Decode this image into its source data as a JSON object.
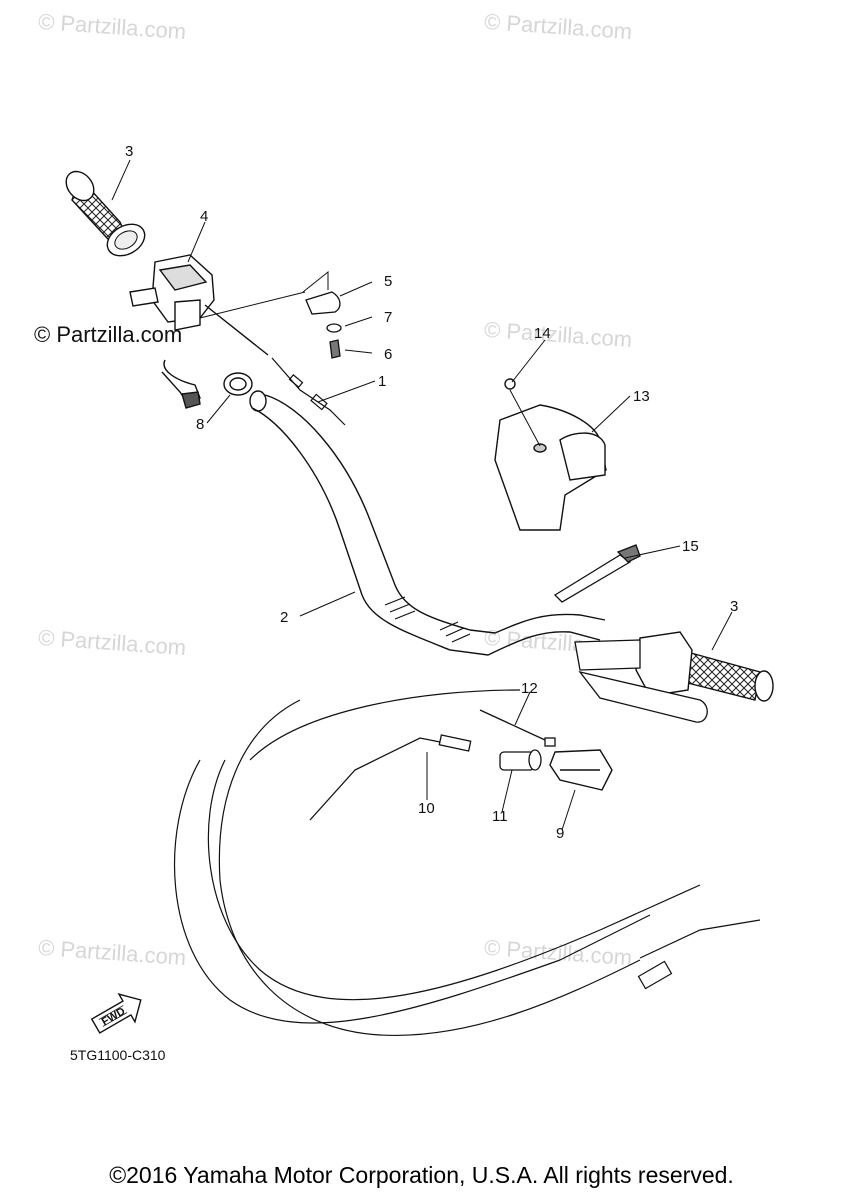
{
  "watermark": "© Partzilla.com",
  "watermark_main": "© Partzilla.com",
  "callouts": [
    "1",
    "2",
    "3",
    "3",
    "4",
    "5",
    "6",
    "7",
    "8",
    "9",
    "10",
    "11",
    "12",
    "13",
    "14",
    "15"
  ],
  "fwd_label": "FWD",
  "diagram_code": "5TG1100-C310",
  "copyright": "©2016 Yamaha Motor Corporation, U.S.A. All rights reserved."
}
